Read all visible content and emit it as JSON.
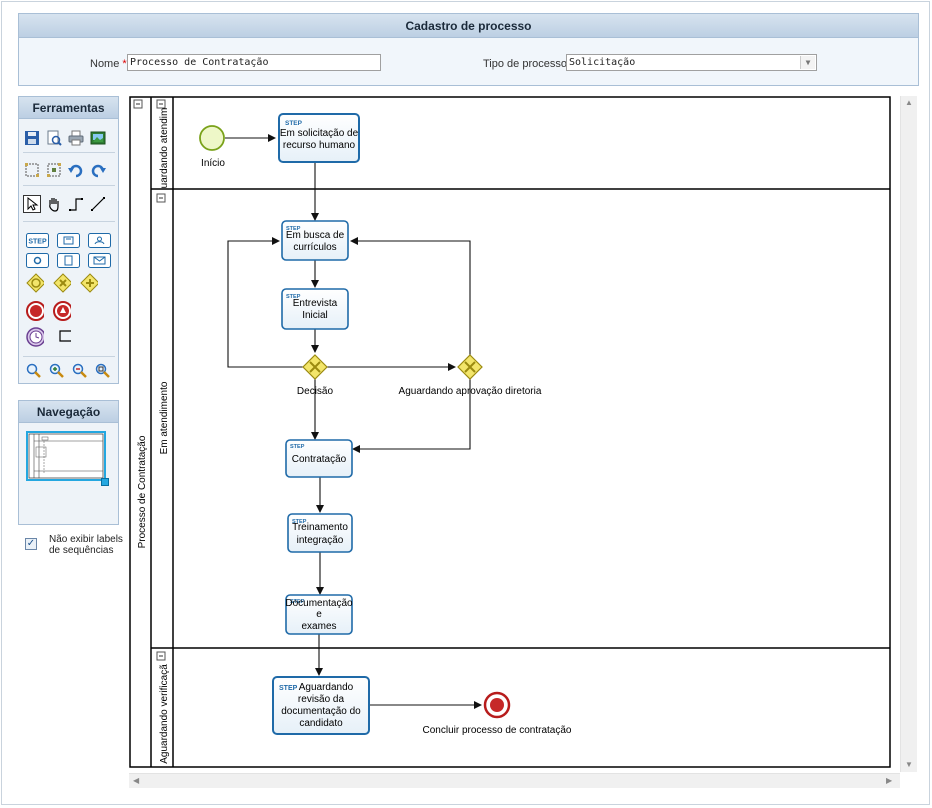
{
  "form": {
    "title": "Cadastro de processo",
    "name_label": "Nome",
    "name_value": "Processo de Contratação",
    "type_label": "Tipo de processo",
    "type_value": "Solicitação",
    "required_mark": "*:"
  },
  "tools_panel": {
    "title": "Ferramentas",
    "icons": [
      "save-icon",
      "preview-icon",
      "print-icon",
      "image-icon",
      "select-group-icon",
      "select-group-alt-icon",
      "undo-icon",
      "redo-icon",
      "pointer-icon",
      "hand-icon",
      "elbow-connector-icon",
      "line-connector-icon",
      "step-task-icon",
      "user-task-icon",
      "script-task-icon",
      "service-task-icon",
      "manual-task-icon",
      "message-task-icon",
      "gateway-event-icon",
      "gateway-exclusive-icon",
      "gateway-parallel-icon",
      "end-event-icon",
      "escalation-event-icon",
      "timer-event-icon",
      "annotation-icon",
      "zoom-icon",
      "zoom-in-icon",
      "zoom-out-icon",
      "zoom-fit-icon"
    ],
    "step_label": "STEP"
  },
  "navigation_panel": {
    "title": "Navegação"
  },
  "options": {
    "hide_sequence_labels": "Não exibir labels de sequências",
    "hide_sequence_labels_checked": true
  },
  "diagram": {
    "pool_label": "Processo de Contratação",
    "lanes": [
      "Aguardando atendimento",
      "Em atendimento",
      "Aguardando verificação"
    ],
    "lane_label_visible": [
      "uardando atendim",
      "Em atendimento",
      "Aguardando verificaçã"
    ],
    "step_tag": "STEP",
    "start_event_label": "Início",
    "end_event_label": "Concluir processo de contratação",
    "tasks": [
      {
        "id": "t1",
        "lines": [
          "Em solicitação de",
          "recurso humano"
        ]
      },
      {
        "id": "t2",
        "lines": [
          "Em busca de",
          "currículos"
        ]
      },
      {
        "id": "t3",
        "lines": [
          "Entrevista",
          "Inicial"
        ]
      },
      {
        "id": "t4",
        "lines": [
          "Contratação"
        ]
      },
      {
        "id": "t5",
        "lines": [
          "Treinamento",
          "integração"
        ]
      },
      {
        "id": "t6",
        "lines": [
          "Documentação",
          "e",
          "exames"
        ]
      },
      {
        "id": "t7",
        "lines": [
          "Aguardando",
          "revisão da",
          "documentação do",
          "candidato"
        ]
      }
    ],
    "gateways": [
      {
        "id": "g1",
        "label": "Decisão"
      },
      {
        "id": "g2",
        "label": "Aguardando aprovação diretoria"
      }
    ]
  }
}
